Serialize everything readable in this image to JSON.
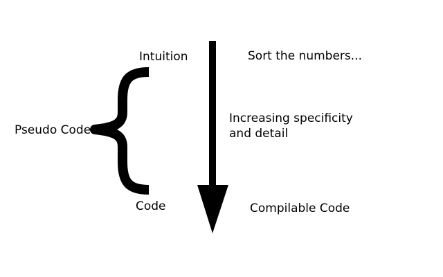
{
  "diagram": {
    "top_label": "Intuition",
    "bottom_label": "Code",
    "brace_label": "Pseudo Code",
    "top_example": "Sort the numbers...",
    "arrow_caption_line1": "Increasing specificity",
    "arrow_caption_line2": "and detail",
    "bottom_example": "Compilable Code"
  },
  "colors": {
    "foreground": "#000000",
    "background": "#ffffff"
  }
}
